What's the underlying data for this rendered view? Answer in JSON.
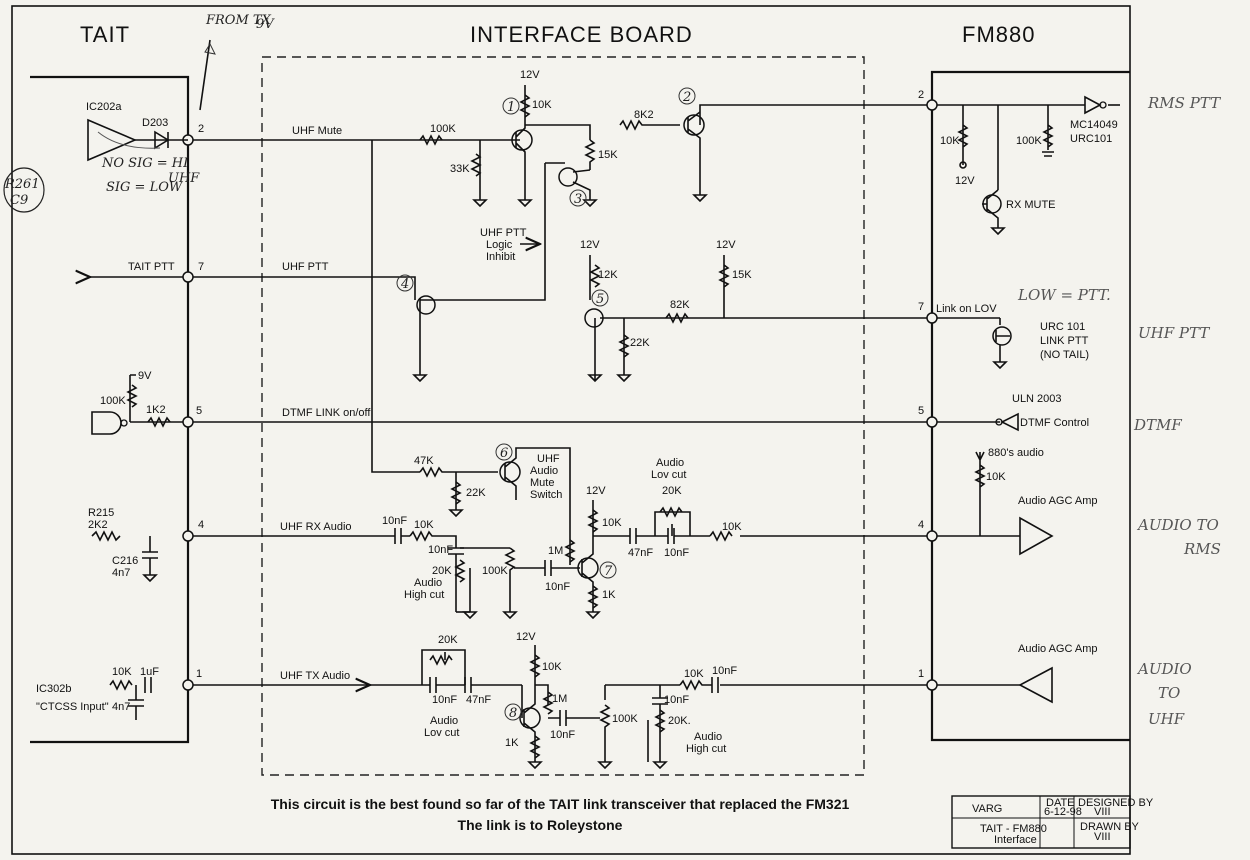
{
  "headers": {
    "left": "TAIT",
    "center": "INTERFACE BOARD",
    "right": "FM880"
  },
  "caption": {
    "line1": "This circuit is the best found so far of the TAIT link transceiver that replaced the FM321",
    "line2": "The link is to Roleystone"
  },
  "pins": {
    "p1": "1",
    "p2": "2",
    "p4": "4",
    "p5": "5",
    "p7": "7"
  },
  "signals": {
    "uhf_mute": "UHF Mute",
    "tait_ptt": "TAIT PTT",
    "uhf_ptt": "UHF PTT",
    "dtmf_link": "DTMF LINK on/off",
    "uhf_rx_audio": "UHF RX Audio",
    "uhf_tx_audio": "UHF TX Audio",
    "link_on_lov": "Link on LOV",
    "rx_mute": "RX MUTE",
    "dtmf_control": "DTMF Control",
    "audio880": "880's audio"
  },
  "left_side": {
    "ic202a": "IC202a",
    "d203": "D203",
    "r215": "R215",
    "r215_val": "2K2",
    "c216": "C216",
    "c216_val": "4n7",
    "ic302b": "IC302b",
    "ctcss": "\"CTCSS Input\"",
    "v9": "9V",
    "r100k": "100K",
    "r1k2": "1K2",
    "r10k": "10K",
    "c1uf": "1uF",
    "c4n7": "4n7"
  },
  "components": {
    "v12": "12V",
    "r10k": "10K",
    "r100k": "100K",
    "r33k": "33K",
    "r8k2": "8K2",
    "r15k": "15K",
    "r12k": "12K",
    "r82k": "82K",
    "r22k": "22K",
    "r47k": "47K",
    "r20k": "20K",
    "r1m": "1M",
    "r1k": "1K",
    "r20kdot": "20K.",
    "c10nf": "10nF",
    "c47nf": "47nF",
    "ptt_inhibit": [
      "UHF PTT",
      "Logic",
      "Inhibit"
    ],
    "audio_mute": [
      "UHF",
      "Audio",
      "Mute",
      "Switch"
    ],
    "audio_low_cut": [
      "Audio",
      "Lov cut"
    ],
    "audio_high_cut": [
      "Audio",
      "High cut"
    ]
  },
  "right_side": {
    "mc14049": "MC14049",
    "urc101": "URC101",
    "urc101_ptt": [
      "URC 101",
      "LINK PTT",
      "(NO TAIL)"
    ],
    "uln2003": "ULN 2003",
    "agc_amp": "Audio AGC Amp"
  },
  "handwritten": {
    "rms_ptt": "RMS PTT",
    "low_ptt": "LOW = PTT.",
    "uhf_ptt": "UHF PTT",
    "dtmf": "DTMF",
    "audio_to_rms": [
      "AUDIO TO",
      "RMS"
    ],
    "audio_to_uhf": [
      "AUDIO",
      "TO",
      "UHF"
    ],
    "r261": [
      "R261",
      "C9"
    ],
    "nosig": "NO SIG = HI",
    "sig": "SIG = LOW",
    "from_tx": "FROM TX",
    "v9v": "9V",
    "uhf": "UHF",
    "q": [
      "1",
      "2",
      "3",
      "4",
      "5",
      "6",
      "7",
      "8"
    ]
  },
  "title_block": {
    "name": "VARG",
    "date_label": "DATE",
    "date": "6-12-98",
    "designed_label": "DESIGNED BY",
    "designed": "VIII",
    "drawing": "TAIT - FM880",
    "drawing_sub": "Interface",
    "drawn_label": "DRAWN BY",
    "drawn": "VIII"
  }
}
